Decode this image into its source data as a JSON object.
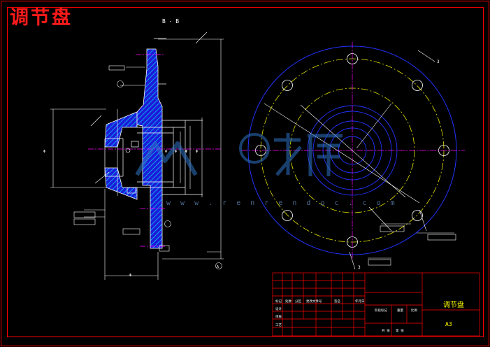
{
  "drawing": {
    "title": "调节盘",
    "section_label": "B - B",
    "title_block": {
      "part_name": "调节盘",
      "code": "A3"
    },
    "watermark": {
      "site": "w w w . r e n r e n d o c . c o m"
    }
  },
  "colors": {
    "background": "#000000",
    "frame": "#ff0000",
    "outline": "#ffffff",
    "hatch": "#00ffff",
    "section_fill": "#1a1aff",
    "circle_blue": "#2233ff",
    "center_line": "#ff00ff",
    "yellow_line": "#ffff00"
  }
}
